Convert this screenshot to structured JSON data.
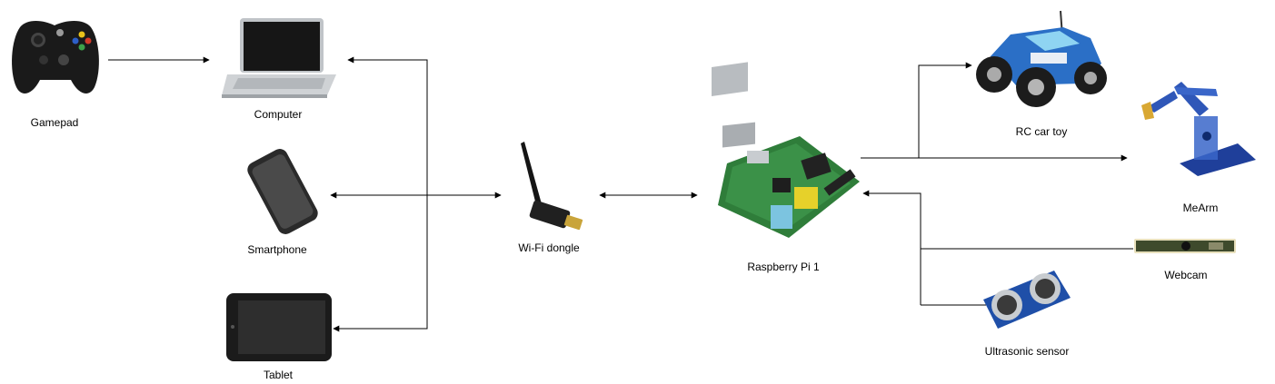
{
  "labels": {
    "gamepad": "Gamepad",
    "computer": "Computer",
    "smartphone": "Smartphone",
    "tablet": "Tablet",
    "wifi": "Wi-Fi dongle",
    "pi": "Raspberry Pi 1",
    "rccar": "RC car toy",
    "mearm": "MeArm",
    "webcam": "Webcam",
    "ultrasonic": "Ultrasonic sensor"
  },
  "icons": {
    "gamepad": "gamepad-icon",
    "computer": "laptop-icon",
    "smartphone": "smartphone-icon",
    "tablet": "tablet-icon",
    "wifi": "usb-wifi-dongle-icon",
    "pi": "raspberry-pi-board-icon",
    "rccar": "rc-car-icon",
    "mearm": "robot-arm-icon",
    "webcam": "webcam-module-icon",
    "ultrasonic": "ultrasonic-sensor-icon"
  },
  "colors": {
    "line": "#000000",
    "gamepad": "#1a1a1a",
    "board": "#2f7d3a",
    "car_body": "#2b6fc6",
    "arm": "#3a66c9",
    "sensor": "#1f4fa8"
  }
}
